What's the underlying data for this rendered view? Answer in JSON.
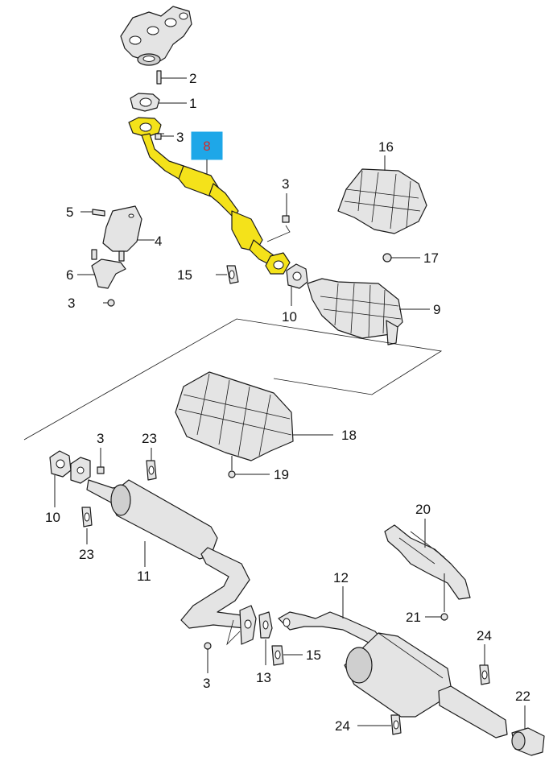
{
  "colors": {
    "highlight_part": "#f4e21a",
    "highlight_box": "#1ea7e8",
    "highlight_text": "#d32a2a"
  },
  "labels": {
    "l2": "2",
    "l1": "1",
    "l3a": "3",
    "l8": "8",
    "l16": "16",
    "l3b": "3",
    "l5": "5",
    "l4": "4",
    "l17": "17",
    "l15a": "15",
    "l6": "6",
    "l3c": "3",
    "l9": "9",
    "l10a": "10",
    "l18": "18",
    "l3d": "3",
    "l23a": "23",
    "l19": "19",
    "l10b": "10",
    "l20": "20",
    "l23b": "23",
    "l11": "11",
    "l12": "12",
    "l21": "21",
    "l15b": "15",
    "l24a": "24",
    "l3e": "3",
    "l13": "13",
    "l22": "22",
    "l24b": "24"
  }
}
